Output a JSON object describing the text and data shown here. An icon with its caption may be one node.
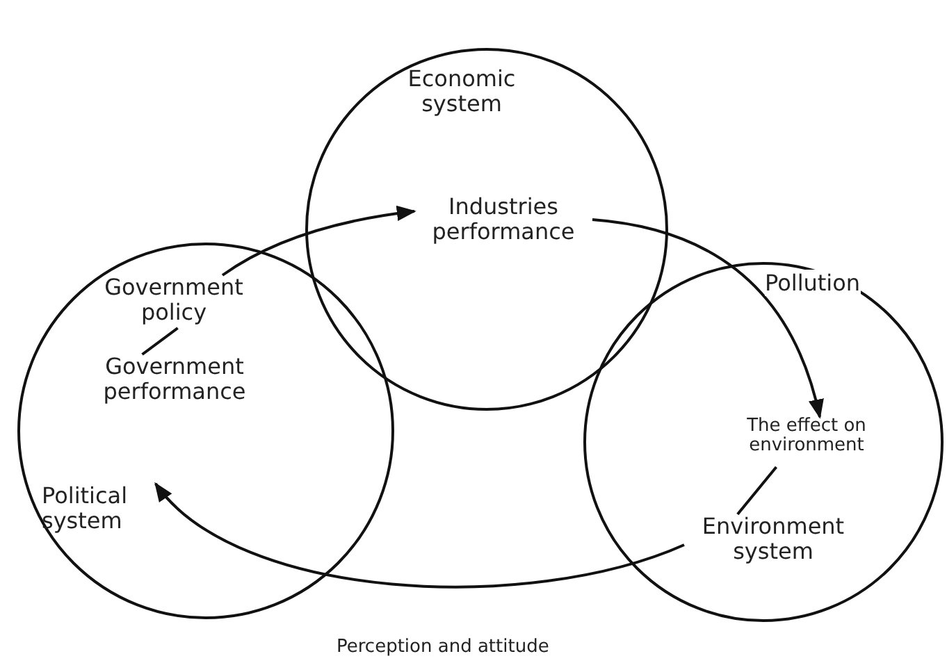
{
  "diagram": {
    "nodes": [
      {
        "text": [],
        "shape": "circle"
      },
      {
        "text": [
          "Economic system"
        ],
        "in": 0
      },
      {
        "text": [
          "Industries performance"
        ],
        "in": 0
      },
      {
        "text": [],
        "shape": "circle"
      },
      {
        "text": [
          "Government policy"
        ],
        "in": 3
      },
      {
        "text": [
          "Government performance"
        ],
        "in": 3
      },
      {
        "text": [
          "Political system"
        ],
        "in": 3
      },
      {
        "text": [],
        "shape": "circle"
      },
      {
        "text": [
          "The effect on environment"
        ],
        "in": 7
      },
      {
        "text": [
          "Environment system"
        ],
        "in": 7
      }
    ],
    "edges": [
      {
        "from": 4,
        "to": 2,
        "arrow": "to"
      },
      {
        "from": 2,
        "to": 8,
        "arrow": "to",
        "label": "Pollution"
      },
      {
        "from": 9,
        "to": 6,
        "arrow": "to"
      },
      {
        "from": 4,
        "to": 5,
        "arrow": "none"
      },
      {
        "from": 8,
        "to": 9,
        "arrow": "none"
      }
    ],
    "labels": [
      "Perception and attitude"
    ]
  }
}
